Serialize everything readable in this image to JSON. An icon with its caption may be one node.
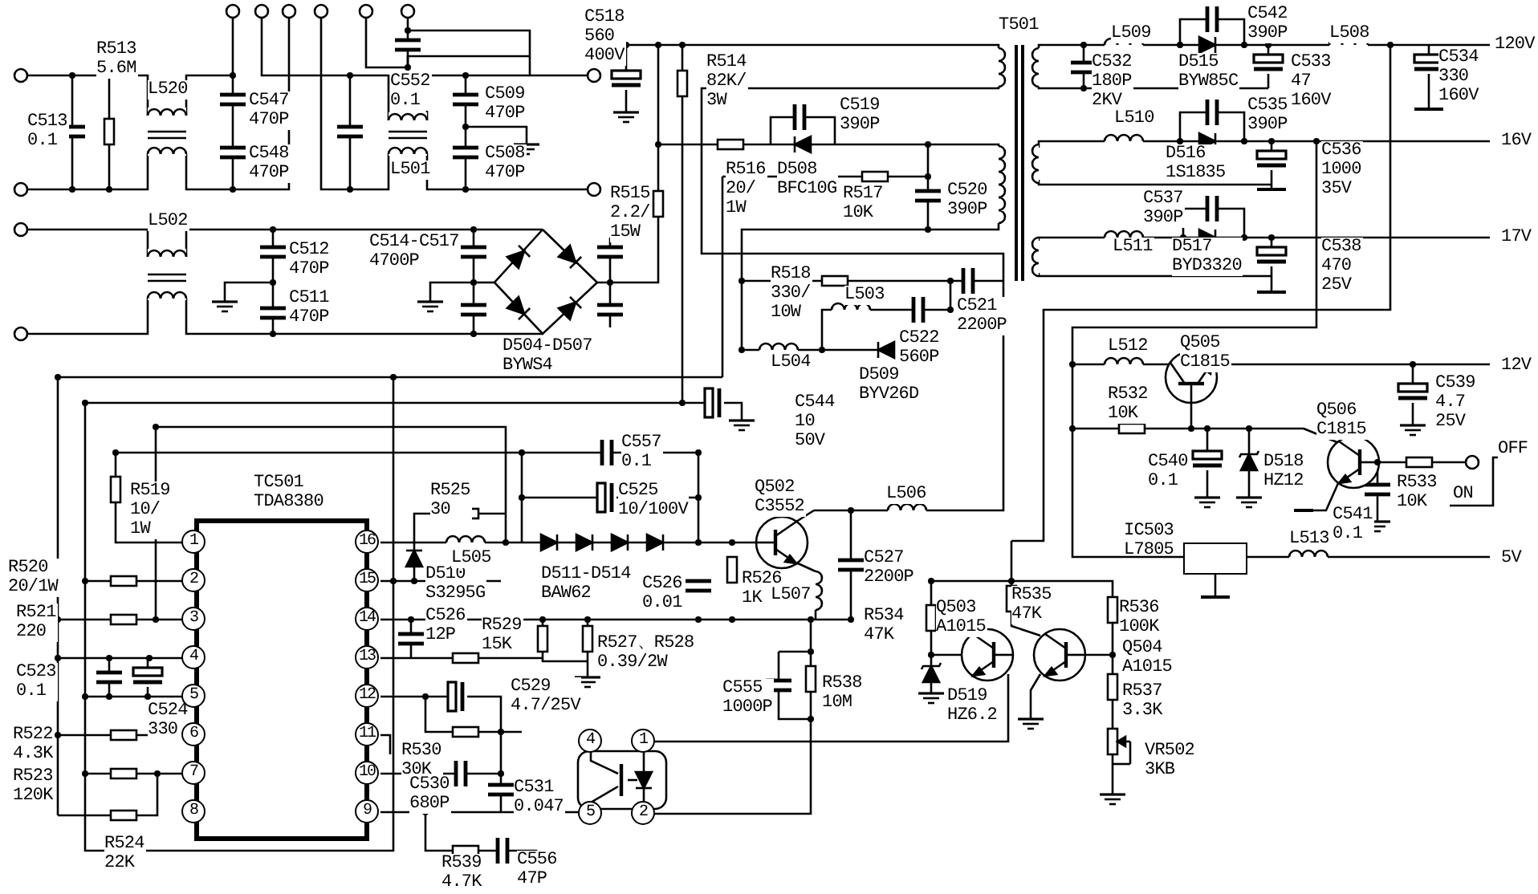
{
  "diagram": {
    "nodes": [
      {
        "text": [
          "TC501 TDA8380"
        ]
      },
      {
        "text": [
          "IC503 L7805"
        ]
      }
    ],
    "labels": [
      "R513 5.6M",
      "C518 560 400V",
      "R514 82K/ 3W",
      "T501",
      "C532 180P 2KV",
      "L509",
      "D515 BYW85C",
      "C542 390P",
      "C533 47 160V",
      "L508",
      "C534 330 160V",
      "120V",
      "C513 0.1",
      "L520",
      "C547 470P",
      "C552 0.1",
      "C509 470P",
      "C519 390P",
      "L510",
      "C535 390P",
      "C548 470P",
      "L501",
      "C508 470P",
      "R515 2.2/ 15W",
      "R516 20/ 1W",
      "D508 BFC10G",
      "R517 10K",
      "C520 390P",
      "C537 390P",
      "D516 1S1835",
      "C536 1000 35V",
      "16V",
      "L502",
      "C512 470P",
      "C511 470P",
      "C514-C517 4700P",
      "R518 330/ 10W",
      "L503",
      "C521 2200P",
      "L511",
      "D517 BYD3320",
      "C538 470 25V",
      "17V",
      "D504-D507 BYWS4",
      "L504",
      "C544 10 50V",
      "D509 BYV26D",
      "C522 560P",
      "L512",
      "R532 10K",
      "Q505 C1815",
      "Q506 C1815",
      "C539 4.7 25V",
      "12V",
      "R519 10/ 1W",
      "R525 30",
      "C525 10/100V",
      "C557 0.1",
      "Q502 C3552",
      "L506",
      "C540 0.1",
      "D518 HZ12",
      "C541 0.1",
      "R533 10K",
      "ON",
      "OFF",
      "R520 20/1W",
      "R521 220",
      "D510 S3295G",
      "C526 12P",
      "L505",
      "R529 15K",
      "D511-D514 BAW62",
      "R527、R528 0.39/2W",
      "C526 0.01",
      "R526 1K",
      "L507",
      "C527 2200P",
      "R534 47K",
      "Q503 A1015",
      "R535 47K",
      "R536 100K",
      "Q504 A1015",
      "L513",
      "5V",
      "C523 0.1",
      "R522 4.3K",
      "R523 120K",
      "C524 330",
      "R530 30K",
      "C530 680P",
      "C529 4.7/25V",
      "C531 0.047",
      "C555 1000P",
      "R538 10M",
      "D519 HZ6.2",
      "R537 3.3K",
      "VR502 3KB",
      "R524 22K",
      "R539 4.7K",
      "C556 47P",
      "1",
      "2",
      "3",
      "4",
      "5",
      "6",
      "7",
      "8",
      "9",
      "10",
      "11",
      "12",
      "13",
      "14",
      "15",
      "16",
      "4",
      "1",
      "5",
      "2"
    ]
  }
}
